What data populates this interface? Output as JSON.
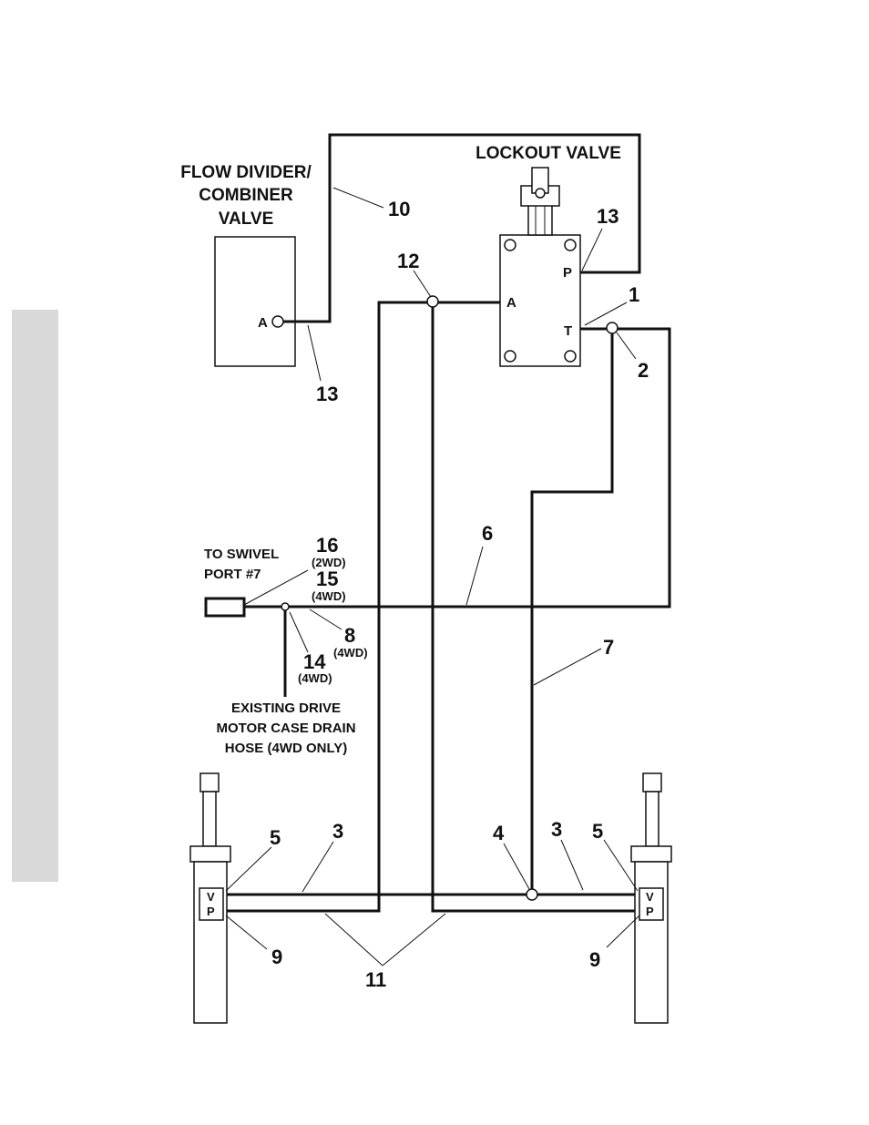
{
  "labels": {
    "flow_divider_1": "FLOW DIVIDER/",
    "flow_divider_2": "COMBINER",
    "flow_divider_3": "VALVE",
    "lockout_valve": "LOCKOUT VALVE",
    "to_swivel_1": "TO SWIVEL",
    "to_swivel_2": "PORT #7",
    "drain_1": "EXISTING DRIVE",
    "drain_2": "MOTOR CASE DRAIN",
    "drain_3": "HOSE (4WD ONLY)"
  },
  "ports": {
    "flow_divider_a": "A",
    "lockout_a": "A",
    "lockout_p": "P",
    "lockout_t": "T",
    "cyl_left_v": "V",
    "cyl_left_p": "P",
    "cyl_right_v": "V",
    "cyl_right_p": "P"
  },
  "callouts": {
    "c10": "10",
    "c13_top": "13",
    "c13_left": "13",
    "c12": "12",
    "c1": "1",
    "c2": "2",
    "c6": "6",
    "c16": "16",
    "c16_sub": "(2WD)",
    "c15": "15",
    "c15_sub": "(4WD)",
    "c8": "8",
    "c8_sub": "(4WD)",
    "c14": "14",
    "c14_sub": "(4WD)",
    "c7": "7",
    "c5_left": "5",
    "c3_left": "3",
    "c4": "4",
    "c3_right": "3",
    "c5_right": "5",
    "c9_left": "9",
    "c9_right": "9",
    "c11": "11"
  },
  "colors": {
    "line": "#111111",
    "side_tab": "#d9d9d9",
    "background": "#ffffff"
  }
}
